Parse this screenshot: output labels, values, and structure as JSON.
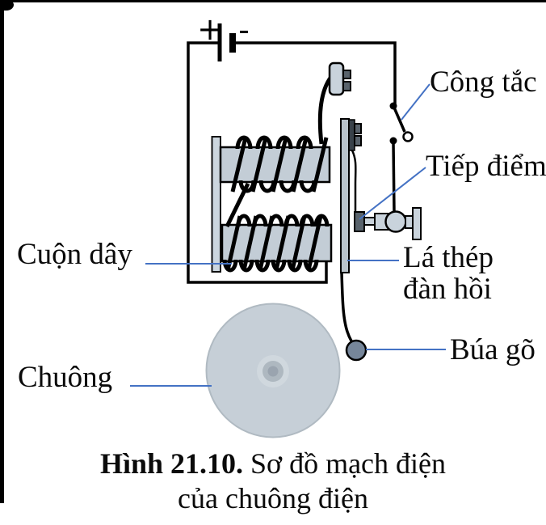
{
  "figure": {
    "kind": "electric-bell-circuit-diagram",
    "caption": {
      "number": "Hình 21.10.",
      "line1_rest": "Sơ đồ mạch điện",
      "line2": "của chuông điện"
    },
    "labels": {
      "switch": "Công tắc",
      "contact_point": "Tiếp điểm",
      "coil": "Cuộn dây",
      "steel_strip_line1": "Lá thép",
      "steel_strip_line2": "đàn hồi",
      "hammer": "Búa gõ",
      "bell": "Chuông"
    },
    "battery": {
      "positive_sign": "+",
      "negative_sign": "-"
    },
    "colors": {
      "leader_line": "#4472c4",
      "metal_light": "#c9d3dc",
      "coil_body": "#c3cdd6",
      "support_bar": "#ccd6de",
      "steel_strip": "#b9c3cb",
      "bell_body": "#c6cfd7",
      "bell_rim": "#b0bac2",
      "bell_hub_outer": "#d0d8de",
      "bell_hub_mid": "#aeb8c0",
      "bell_hub_center": "#9aa4af",
      "hammer_head": "#76869a",
      "pin_dark": "#59636c",
      "clamp_dark": "#39424a",
      "wire": "#000000"
    }
  }
}
